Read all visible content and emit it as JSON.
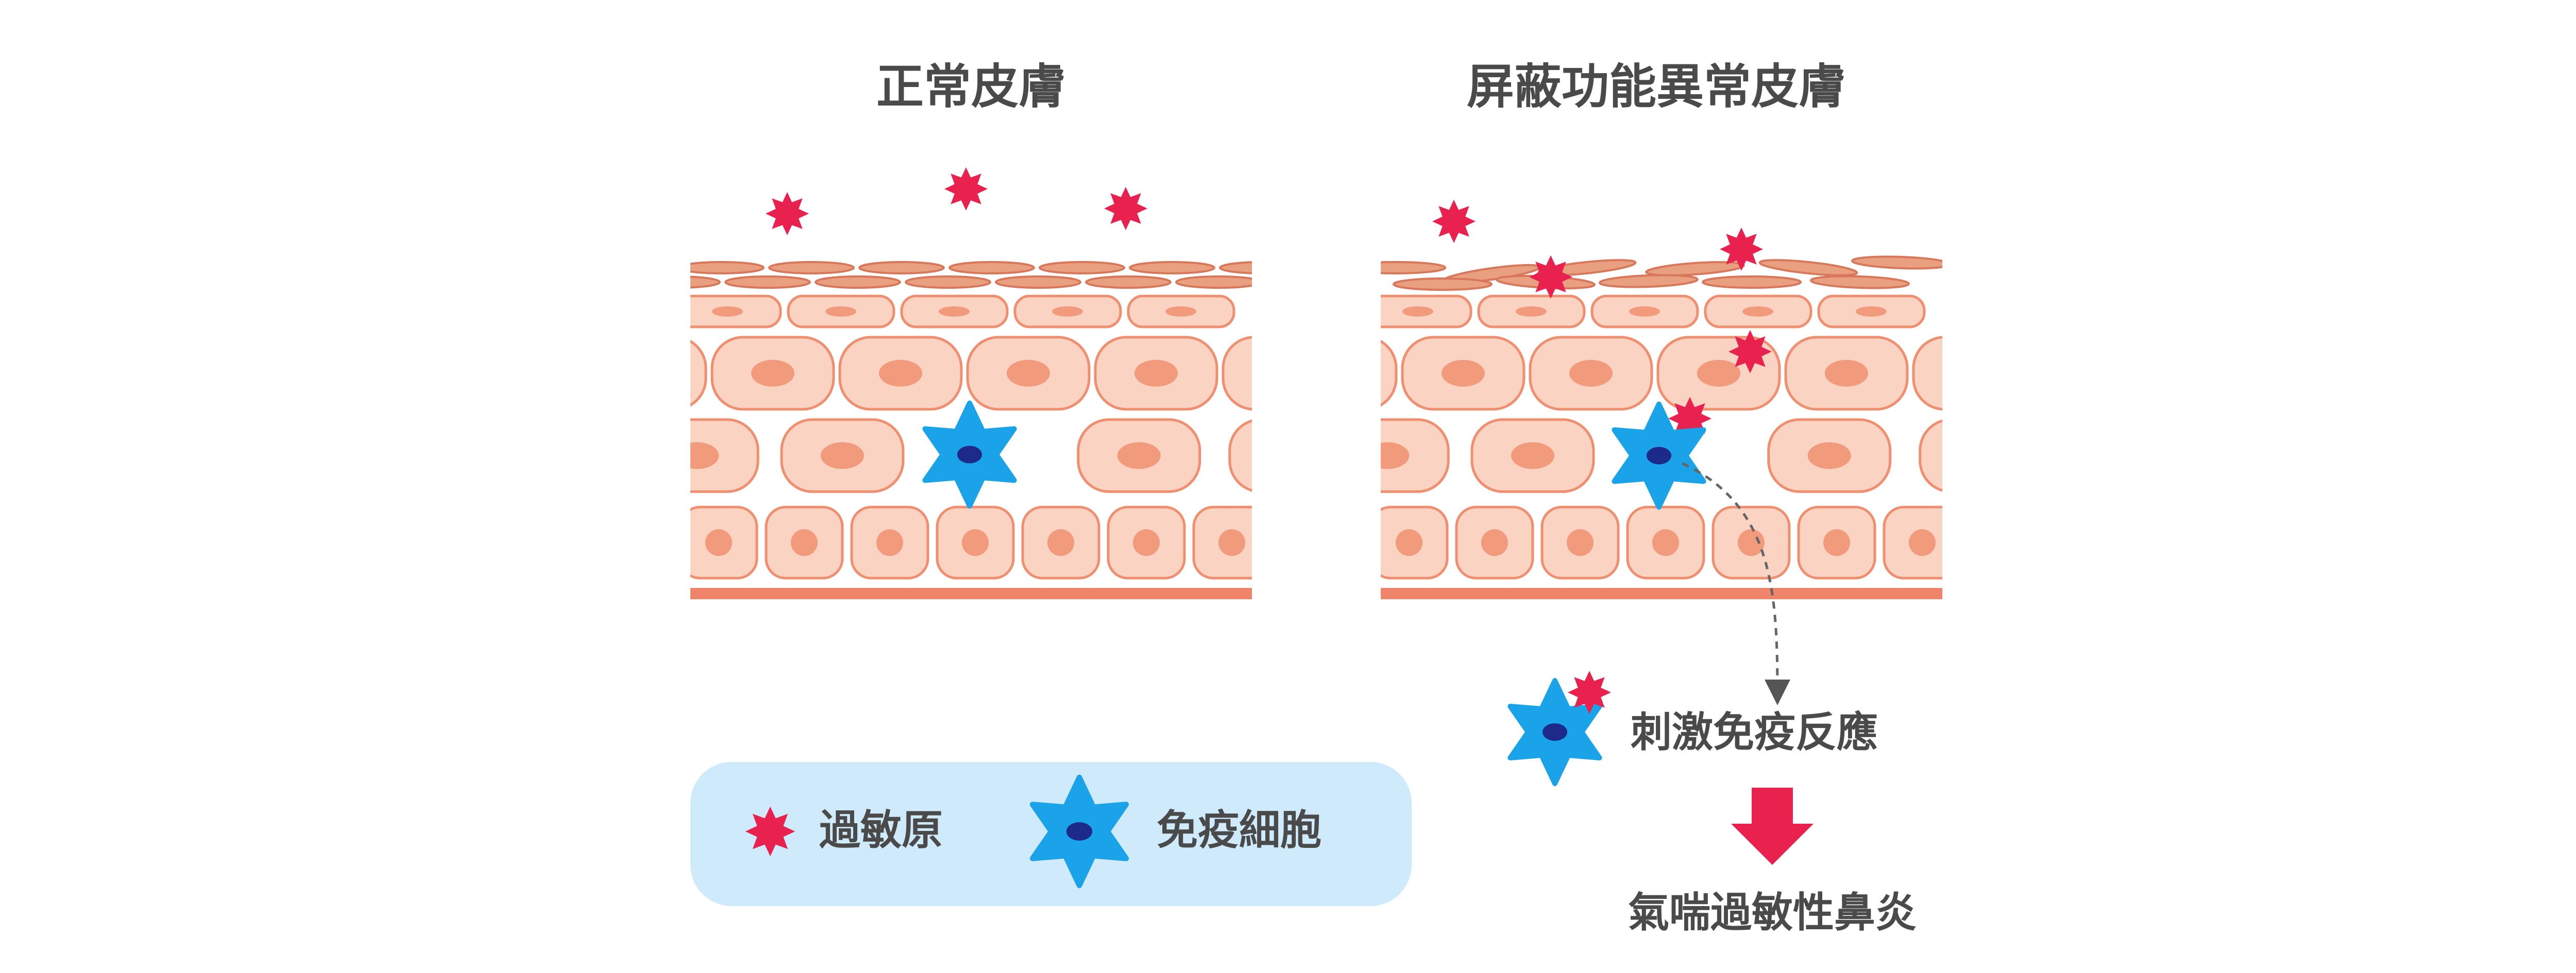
{
  "panels": {
    "normal": {
      "title": "正常皮膚"
    },
    "barrier": {
      "title": "屏蔽功能異常皮膚"
    }
  },
  "legend": {
    "allergen_label": "過敏原",
    "immune_cell_label": "免疫細胞"
  },
  "flow": {
    "step1": "刺激免疫反應",
    "step2": "氣喘過敏性鼻炎"
  },
  "colors": {
    "allergen": "#e8214f",
    "immune_cell": "#1aa3e8",
    "immune_nucleus": "#1e2a8a",
    "cell_fill": "#fbd3c2",
    "cell_stroke": "#ef8f6f",
    "nucleus": "#f19a7c",
    "basal_band": "#f0846a",
    "arrow": "#e8214f",
    "legend_bg": "#cfeafa",
    "text": "#4a4a4a"
  }
}
